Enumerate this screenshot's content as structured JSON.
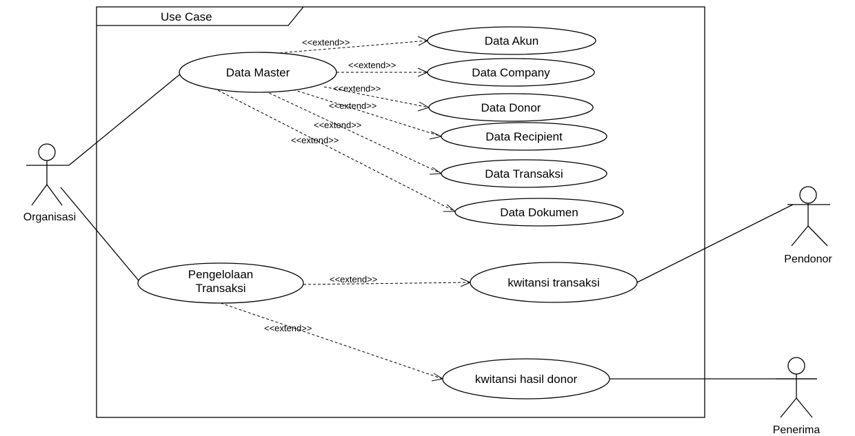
{
  "system": {
    "title": "Use Case"
  },
  "actors": [
    {
      "id": "org",
      "name": "Organisasi"
    },
    {
      "id": "pendonor",
      "name": "Pendonor"
    },
    {
      "id": "penerima",
      "name": "Penerima"
    }
  ],
  "usecases": [
    {
      "id": "master",
      "label": "Data Master"
    },
    {
      "id": "akun",
      "label": "Data Akun"
    },
    {
      "id": "company",
      "label": "Data Company"
    },
    {
      "id": "donor",
      "label": "Data Donor"
    },
    {
      "id": "recipient",
      "label": "Data Recipient"
    },
    {
      "id": "transaksi",
      "label": "Data Transaksi"
    },
    {
      "id": "dokumen",
      "label": "Data Dokumen"
    },
    {
      "id": "pengelolaan",
      "label_lines": [
        "Pengelolaan",
        "Transaksi"
      ]
    },
    {
      "id": "kwit_trans",
      "label": "kwitansi transaksi"
    },
    {
      "id": "kwit_hasil",
      "label": "kwitansi hasil donor"
    }
  ],
  "relations": {
    "extend_label": "<<extend>>",
    "extends": [
      {
        "from": "master",
        "to": "akun"
      },
      {
        "from": "master",
        "to": "company"
      },
      {
        "from": "master",
        "to": "donor"
      },
      {
        "from": "master",
        "to": "recipient"
      },
      {
        "from": "master",
        "to": "transaksi"
      },
      {
        "from": "master",
        "to": "dokumen"
      },
      {
        "from": "pengelolaan",
        "to": "kwit_trans"
      },
      {
        "from": "pengelolaan",
        "to": "kwit_hasil"
      }
    ],
    "associations": [
      {
        "actor": "org",
        "usecase": "master"
      },
      {
        "actor": "org",
        "usecase": "pengelolaan"
      },
      {
        "actor": "pendonor",
        "usecase": "kwit_trans"
      },
      {
        "actor": "penerima",
        "usecase": "kwit_hasil"
      }
    ]
  }
}
